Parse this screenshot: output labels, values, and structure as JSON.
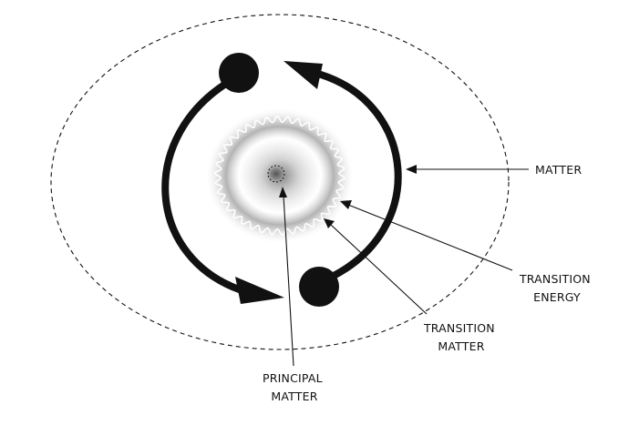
{
  "diagram": {
    "labels": {
      "matter": "MATTER",
      "transition_energy": [
        "TRANSITION",
        "ENERGY"
      ],
      "transition_matter": [
        "TRANSITION",
        "MATTER"
      ],
      "principal_matter": [
        "PRINCIPAL",
        "MATTER"
      ]
    },
    "colors": {
      "ink": "#111111",
      "haze": "#6e6e6e",
      "background": "#ffffff"
    }
  }
}
